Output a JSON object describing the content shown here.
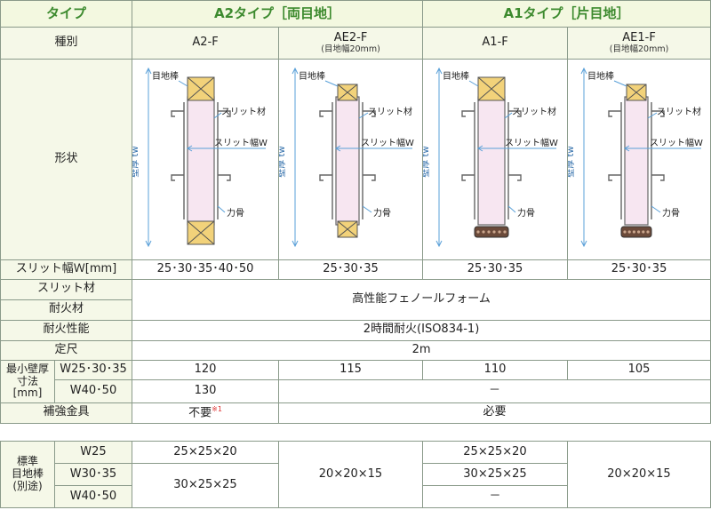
{
  "table": {
    "col_type": "タイプ",
    "a2_type": "A2タイプ［両目地］",
    "a1_type": "A1タイプ［片目地］",
    "row_kind": "種別",
    "kinds": [
      {
        "name": "A2-F",
        "sub": ""
      },
      {
        "name": "AE2-F",
        "sub": "(目地幅20mm)"
      },
      {
        "name": "A1-F",
        "sub": ""
      },
      {
        "name": "AE1-F",
        "sub": "(目地幅20mm)"
      }
    ],
    "row_shape": "形状",
    "diagram_labels": {
      "joint": "目地棒",
      "slit_material": "スリット材",
      "slit_width": "スリット幅W",
      "wall": "壁厚 tw",
      "bone": "力骨"
    },
    "row_slit_width": "スリット幅Ｗ[mm]",
    "slit_widths": [
      "25･30･35･40･50",
      "25･30･35",
      "25･30･35",
      "25･30･35"
    ],
    "row_slit_mat": "スリット材",
    "row_fire_mat": "耐火材",
    "material_value": "高性能フェノールフォーム",
    "row_fire_perf": "耐火性能",
    "fire_perf_value": "2時間耐火(ISO834-1)",
    "row_length": "定尺",
    "length_value": "2m",
    "row_min_wall_1": "最小壁厚",
    "row_min_wall_2": "寸法",
    "row_min_wall_3": "[mm]",
    "w1": "W25･30･35",
    "w1_values": [
      "120",
      "115",
      "110",
      "105"
    ],
    "w2": "W40･50",
    "w2_a2f": "130",
    "w2_rest": "－",
    "row_reinforce": "補強金具",
    "reinforce_a2": "不要",
    "reinforce_note": "※1",
    "reinforce_rest": "必要"
  },
  "joint_table": {
    "label_1": "標準",
    "label_2": "目地棒",
    "label_3": "(別途)",
    "rows": [
      {
        "w": "W25",
        "a2f": "25×25×20",
        "ae2f": "20×20×15",
        "a1f": "25×25×20",
        "ae1f": "20×20×15"
      },
      {
        "w": "W30･35",
        "a2f": "30×25×25",
        "a1f": "30×25×25"
      },
      {
        "w": "W40･50",
        "a1f": "－"
      }
    ]
  }
}
